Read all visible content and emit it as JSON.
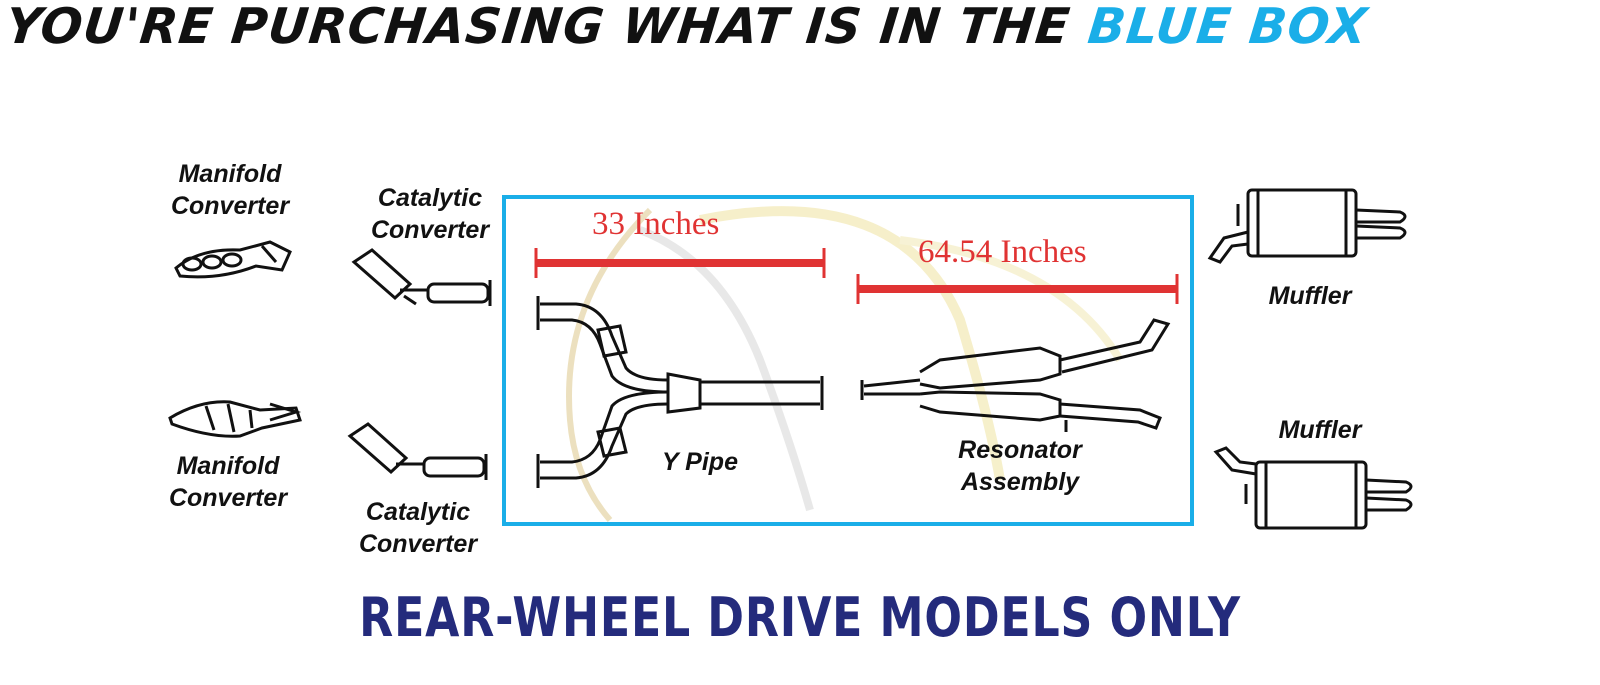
{
  "headline": {
    "main": "YOU'RE PURCHASING WHAT IS IN THE ",
    "highlight": "BLUE BOX"
  },
  "labels": {
    "manifold_top": [
      "Manifold",
      "Converter"
    ],
    "catalytic_top": [
      "Catalytic",
      "Converter"
    ],
    "manifold_bottom": [
      "Manifold",
      "Converter"
    ],
    "catalytic_bottom": [
      "Catalytic",
      "Converter"
    ],
    "y_pipe": "Y Pipe",
    "resonator": [
      "Resonator",
      "Assembly"
    ],
    "muffler_top": "Muffler",
    "muffler_bottom": "Muffler"
  },
  "measurements": {
    "y_pipe_length": "33 Inches",
    "resonator_length": "64.54 Inches"
  },
  "footer": "REAR-WHEEL DRIVE MODELS ONLY",
  "colors": {
    "highlight": "#1aaee8",
    "box": "#1aaee8",
    "measure": "#e03333",
    "footer": "#242b7c"
  }
}
